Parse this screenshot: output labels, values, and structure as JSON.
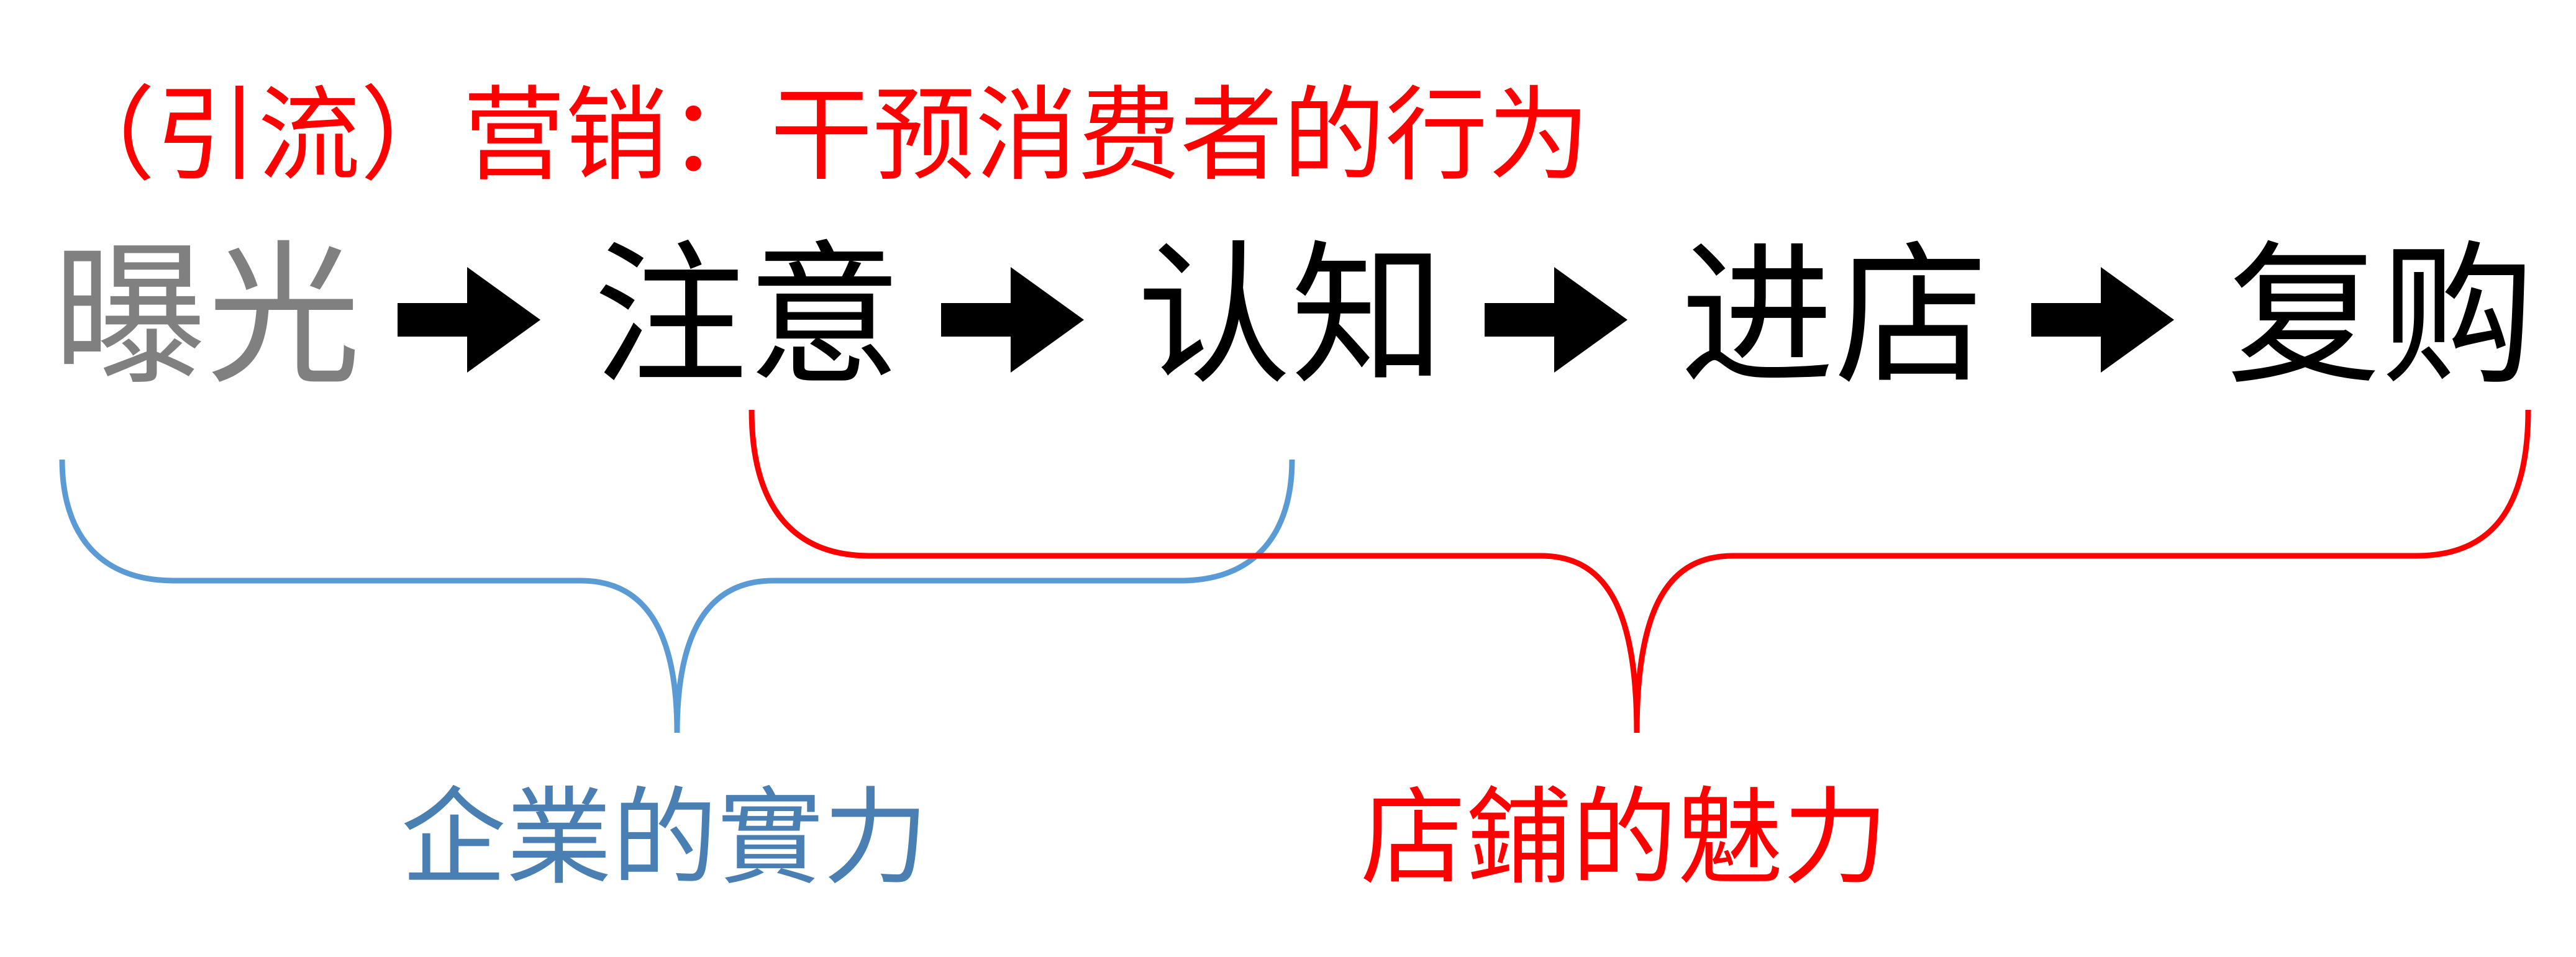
{
  "colors": {
    "headline": "#ff0000",
    "stage_first": "#808080",
    "stage": "#000000",
    "arrow": "#000000",
    "bracket_left": "#5b9bd5",
    "bracket_right": "#ff0000",
    "caption_left": "#4a7fb3",
    "caption_right": "#ff0000"
  },
  "headline": {
    "text": "（引流）营销：干预消费者的行为"
  },
  "stages": [
    {
      "label": "曝光"
    },
    {
      "label": "注意"
    },
    {
      "label": "认知"
    },
    {
      "label": "进店"
    },
    {
      "label": "复购"
    }
  ],
  "arrows": [
    {
      "icon": "right-arrow-icon"
    },
    {
      "icon": "right-arrow-icon"
    },
    {
      "icon": "right-arrow-icon"
    },
    {
      "icon": "right-arrow-icon"
    }
  ],
  "groups": {
    "left": {
      "caption": "企業的實力",
      "covers": [
        "曝光",
        "注意",
        "认知"
      ]
    },
    "right": {
      "caption": "店鋪的魅力",
      "covers": [
        "注意",
        "认知",
        "进店",
        "复购"
      ]
    }
  }
}
